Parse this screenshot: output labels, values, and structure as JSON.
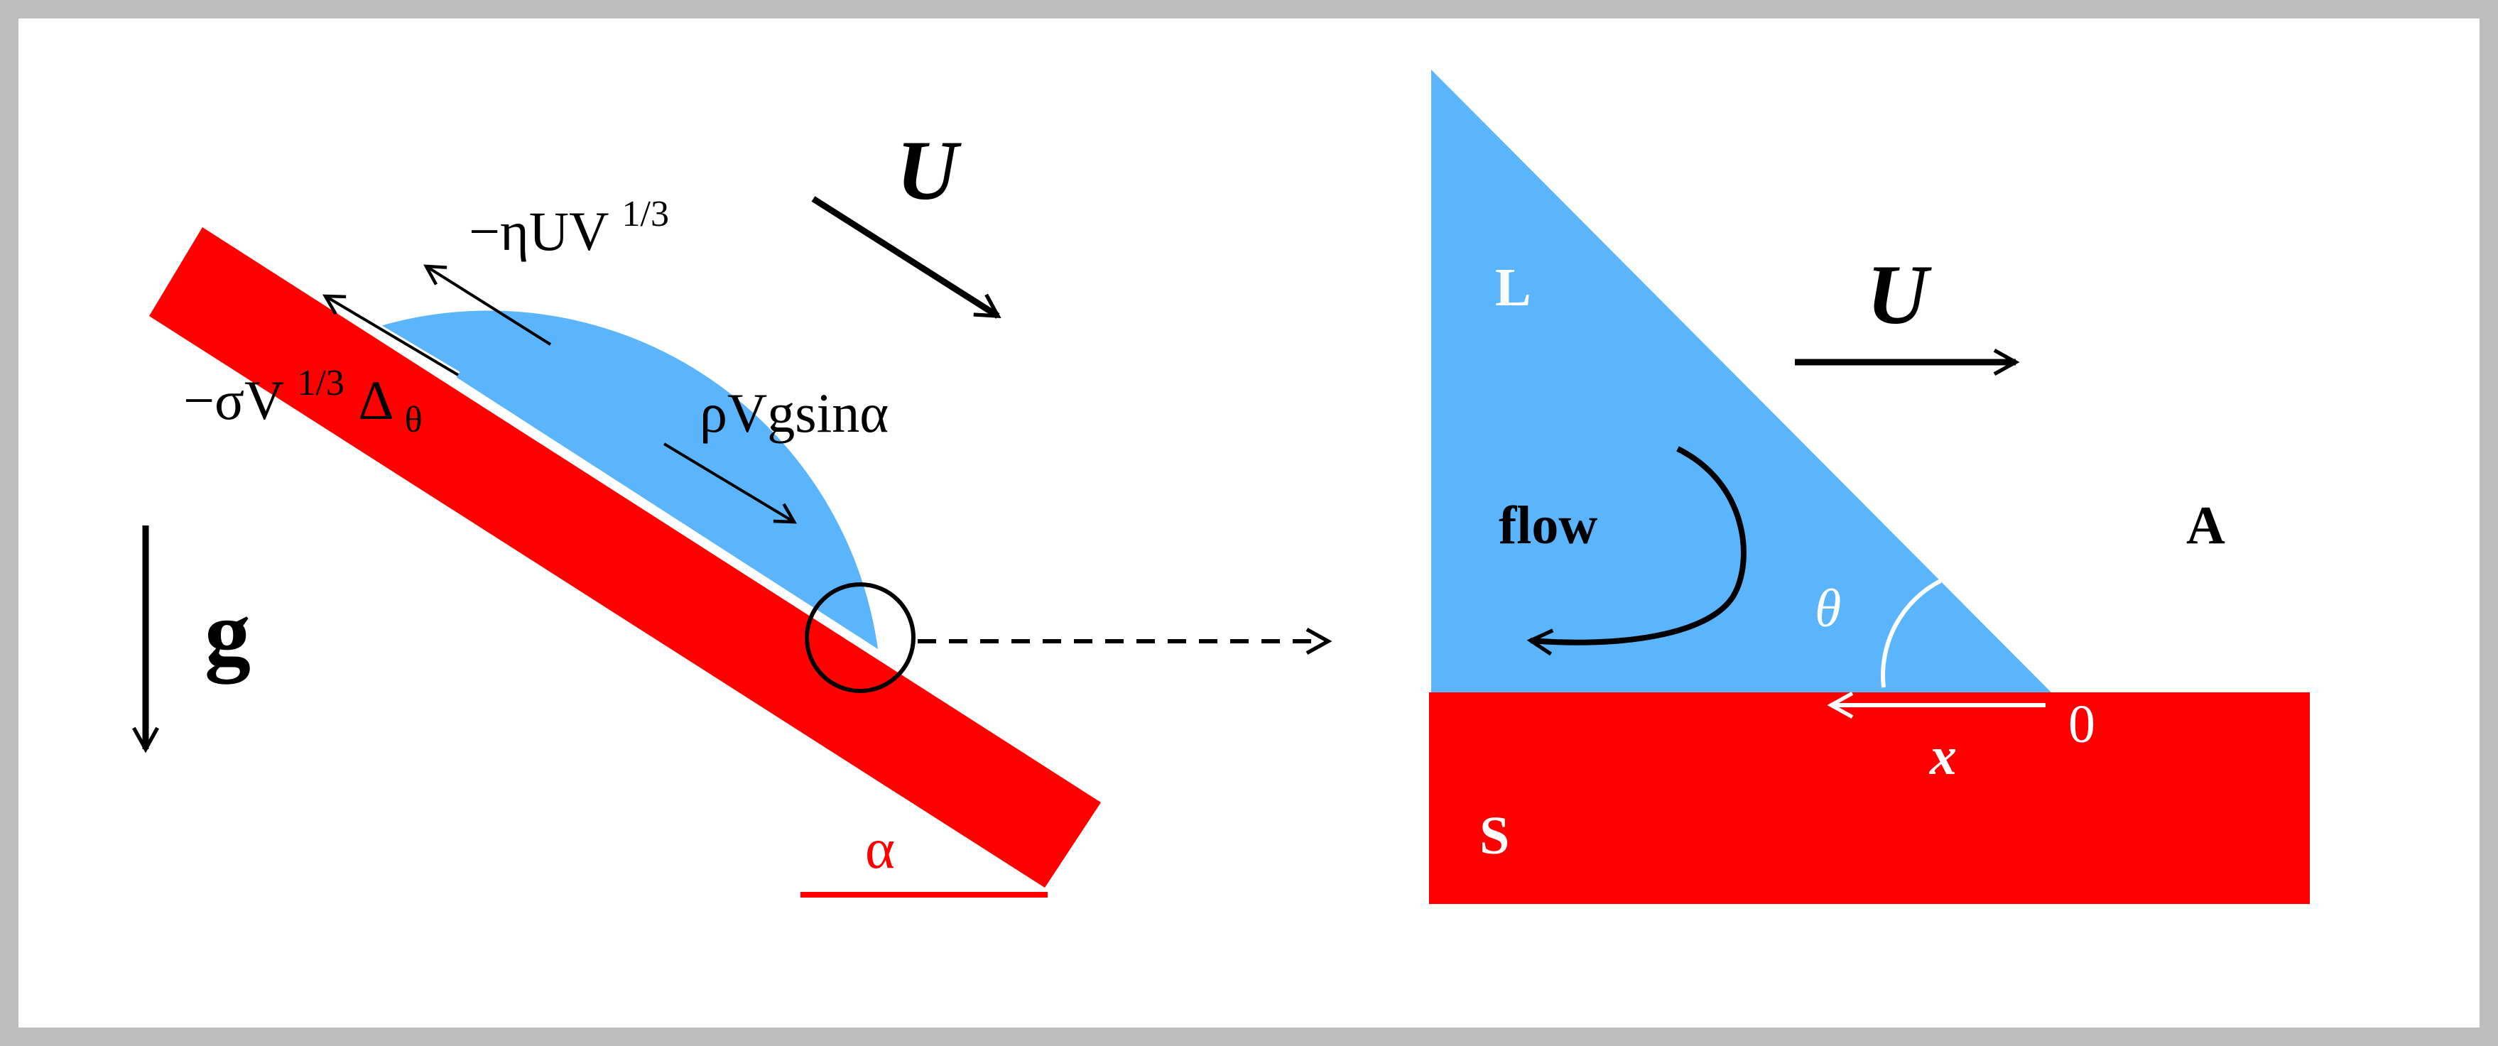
{
  "colors": {
    "substrate": "#ff0000",
    "liquid": "#5bb5fd",
    "frame": "#bdbdbd",
    "ink": "#000000",
    "white": "#ffffff"
  },
  "left_panel": {
    "velocity_label": "U",
    "gravity_label": "g",
    "force_viscous": {
      "prefix": "−ηUV",
      "sup": "1/3"
    },
    "force_capillary": {
      "prefix": "−σV",
      "sup": "1/3",
      "mid": "Δ",
      "sub": "θ"
    },
    "force_gravity": "ρVgsinα",
    "incline_angle_label": "α"
  },
  "right_panel": {
    "liquid_label": "L",
    "air_label": "A",
    "solid_label": "S",
    "velocity_label": "U",
    "flow_label": "flow",
    "angle_label": "θ",
    "axis_label": "x",
    "origin_label": "0"
  }
}
